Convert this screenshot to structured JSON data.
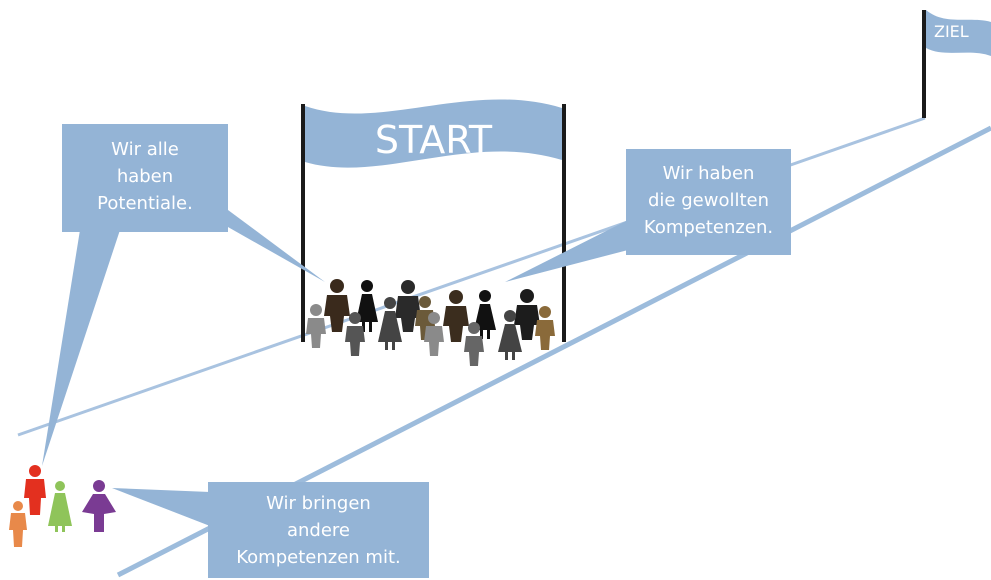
{
  "flags": {
    "start": "START",
    "finish": "ZIEL"
  },
  "callouts": {
    "potentials": [
      "Wir alle",
      "haben",
      "Potentiale."
    ],
    "wanted_skills": [
      "Wir haben",
      "die gewollten",
      "Kompetenzen."
    ],
    "other_skills": [
      "Wir bringen",
      "andere",
      "Kompetenzen mit."
    ]
  },
  "colors": {
    "callout_fill": "#94b4d6",
    "track_line": "#a9c3e0",
    "pole": "#1a1a1a",
    "person_red": "#e3301f",
    "person_orange": "#e8894a",
    "person_green": "#8fc45a",
    "person_purple": "#7a3b93"
  }
}
